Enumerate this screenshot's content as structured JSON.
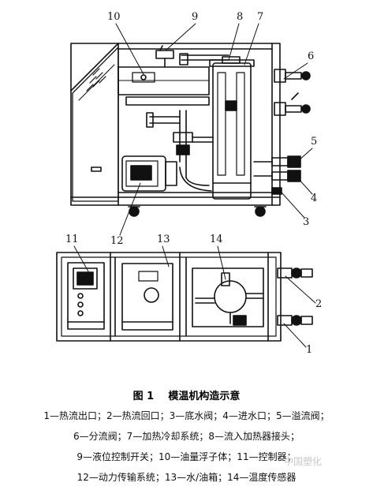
{
  "callouts": {
    "n1": "1",
    "n2": "2",
    "n3": "3",
    "n4": "4",
    "n5": "5",
    "n6": "6",
    "n7": "7",
    "n8": "8",
    "n9": "9",
    "n10": "10",
    "n11": "11",
    "n12": "12",
    "n13": "13",
    "n14": "14"
  },
  "caption": {
    "figure": "图 1",
    "title": "模温机构造示意"
  },
  "legend": [
    "1—热流出口；2—热流回口；3—底水阀；4—进水口；5—溢流阀；",
    "6—分流阀；7—加热冷却系统；8—流入加热器接头；",
    "9—液位控制开关；10—油量浮子体；11—控制器；",
    "12—动力传输系统；13—水/油箱；14—温度传感器"
  ],
  "watermark": "中国塑化"
}
